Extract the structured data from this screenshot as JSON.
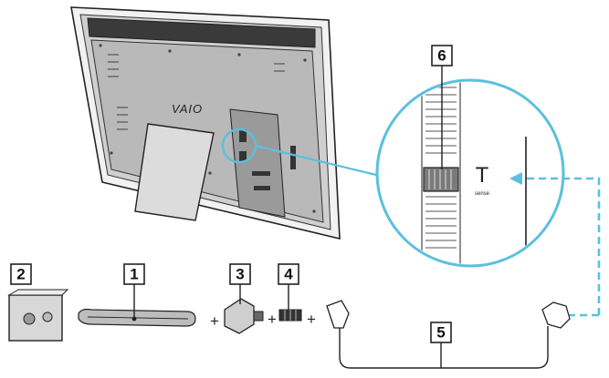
{
  "brand_logo": "VAIO",
  "connector_mark": "T",
  "connector_mark_label": "sense",
  "join_symbol": "+",
  "callouts": [
    {
      "id": "1",
      "label": "1"
    },
    {
      "id": "2",
      "label": "2"
    },
    {
      "id": "3",
      "label": "3"
    },
    {
      "id": "4",
      "label": "4"
    },
    {
      "id": "5",
      "label": "5"
    },
    {
      "id": "6",
      "label": "6"
    }
  ],
  "colors": {
    "highlight": "#5bc0de",
    "line": "#222222",
    "grey": "#8a8a8a"
  }
}
